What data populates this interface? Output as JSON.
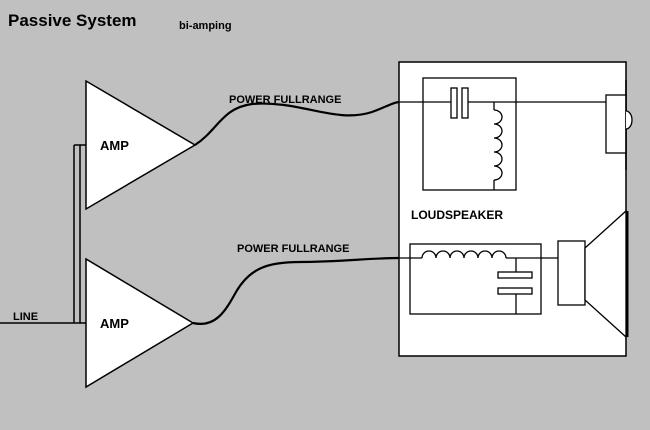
{
  "title": "Passive System",
  "subtitle": "bi-amping",
  "labels": {
    "line": "LINE",
    "amp_top": "AMP",
    "amp_bottom": "AMP",
    "cable_top": "POWER FULLRANGE",
    "cable_bottom": "POWER FULLRANGE",
    "loudspeaker": "LOUDSPEAKER"
  },
  "colors": {
    "background": "#c0c0c0",
    "amp_fill": "#ffffff",
    "cabinet_fill": "#ffffff",
    "stroke": "#000000"
  },
  "icons": {
    "amp": "triangle-amplifier-symbol",
    "capacitor": "capacitor-symbol",
    "inductor": "inductor-coil-symbol",
    "tweeter": "dome-tweeter-symbol",
    "woofer": "cone-woofer-symbol"
  }
}
